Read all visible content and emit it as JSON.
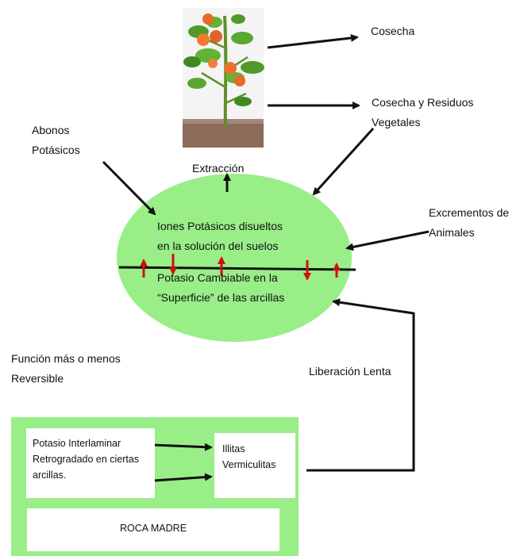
{
  "colors": {
    "ellipse": "#99ee88",
    "rock_panel": "#99ee88",
    "arrow": "#111111",
    "red_arrow": "#cc1111",
    "soil": "#8b6b5a"
  },
  "plant": {
    "icon": "plant-icon"
  },
  "labels": {
    "harvest": "Cosecha",
    "harvest_residues": "Cosecha  y Residuos\nVegetales",
    "potash_fertilizers": "Abonos\nPotásicos",
    "extraction": "Extracción",
    "animal_manure": "Excrementos de\nAnimales",
    "dissolved_ions": "Iones Potásicos disueltos\nen la solución del suelos",
    "exchangeable_k": "Potasio Cambiable en la\n“Superficie” de las arcillas",
    "reversible": "Función más o menos\nReversible",
    "slow_release": "Liberación Lenta",
    "interlayer_k": "Potasio Interlaminar\nRetrogradado en ciertas\narcillas.",
    "clays": "Illitas\nVermiculitas",
    "bedrock": "ROCA MADRE"
  }
}
